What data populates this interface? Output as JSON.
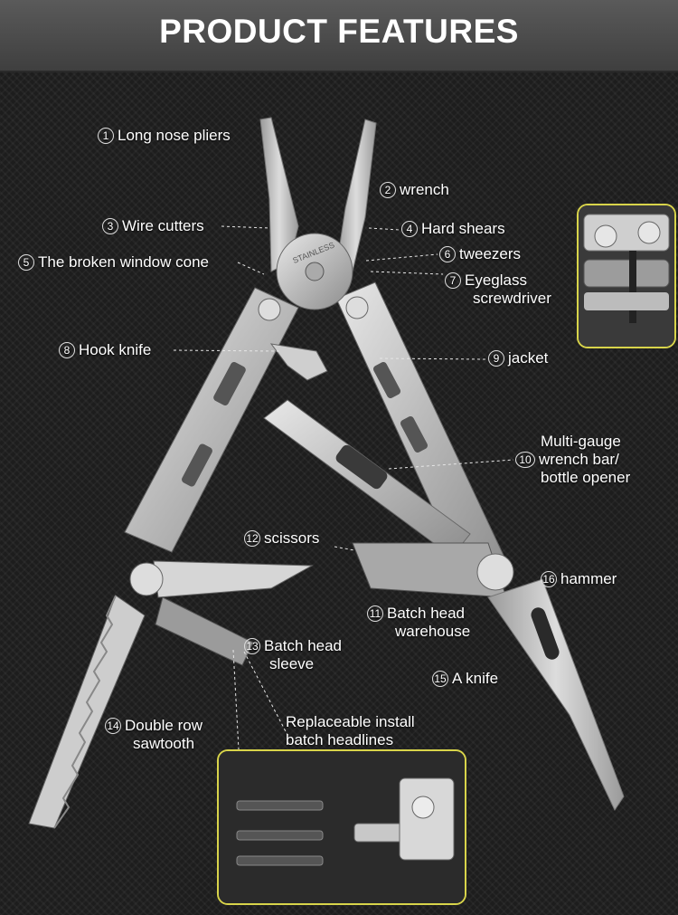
{
  "banner": {
    "title": "PRODUCT FEATURES"
  },
  "labels": [
    {
      "id": "long-nose-pliers",
      "num": "1",
      "text": "Long nose pliers"
    },
    {
      "id": "wrench",
      "num": "2",
      "text": "wrench"
    },
    {
      "id": "wire-cutters",
      "num": "3",
      "text": "Wire cutters"
    },
    {
      "id": "hard-shears",
      "num": "4",
      "text": "Hard shears"
    },
    {
      "id": "broken-window-cone",
      "num": "5",
      "text": "The broken window cone"
    },
    {
      "id": "tweezers",
      "num": "6",
      "text": "tweezers"
    },
    {
      "id": "eyeglass-screwdriver",
      "num": "7",
      "text": "Eyeglass",
      "text2": "screwdriver"
    },
    {
      "id": "hook-knife",
      "num": "8",
      "text": "Hook knife"
    },
    {
      "id": "jacket",
      "num": "9",
      "text": "jacket"
    },
    {
      "id": "multi-gauge-wrench",
      "num": "10",
      "text": "Multi-gauge",
      "text2": "wrench bar/",
      "text3": "bottle opener"
    },
    {
      "id": "batch-head-warehouse",
      "num": "11",
      "text": "Batch head",
      "text2": "warehouse"
    },
    {
      "id": "scissors",
      "num": "12",
      "text": "scissors"
    },
    {
      "id": "batch-head-sleeve",
      "num": "13",
      "text": "Batch head",
      "text2": "sleeve"
    },
    {
      "id": "double-row-sawtooth",
      "num": "14",
      "text": "Double row",
      "text2": "sawtooth"
    },
    {
      "id": "a-knife",
      "num": "15",
      "text": "A knife"
    },
    {
      "id": "hammer",
      "num": "16",
      "text": "hammer"
    }
  ],
  "replaceable": {
    "line1": "Replaceable install",
    "line2": "batch headlines"
  },
  "engraving": "STAINLESS",
  "colors": {
    "accent_inset_border": "#d8d44a",
    "label_text": "#ffffff",
    "steel": "#c9c9c9"
  }
}
